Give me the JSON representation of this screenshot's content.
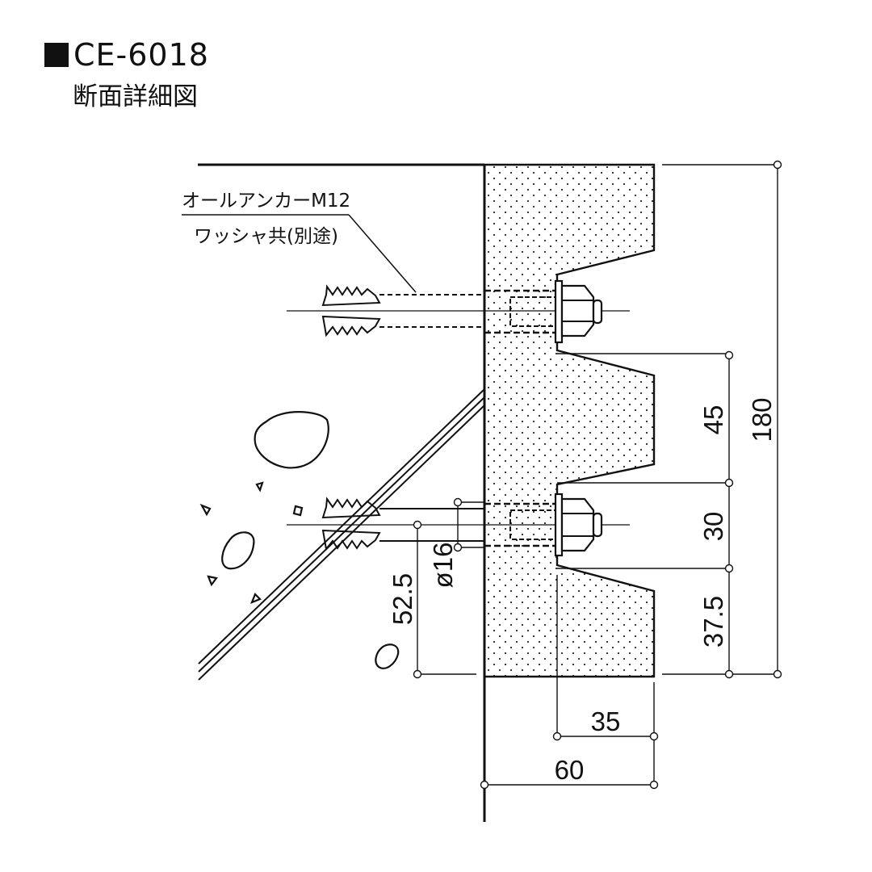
{
  "header": {
    "title": "CE-6018",
    "subtitle": "断面詳細図"
  },
  "callout": {
    "line1": "オールアンカーM12",
    "line2": "ワッシャ共(別途)"
  },
  "dimensions": {
    "total_height": "180",
    "upper_pitch": "45",
    "middle_pitch": "30",
    "bottom_offset": "37.5",
    "anchor_offset": "52.5",
    "hole_diameter": "ø16",
    "bolt_offset": "35",
    "thickness": "60"
  }
}
